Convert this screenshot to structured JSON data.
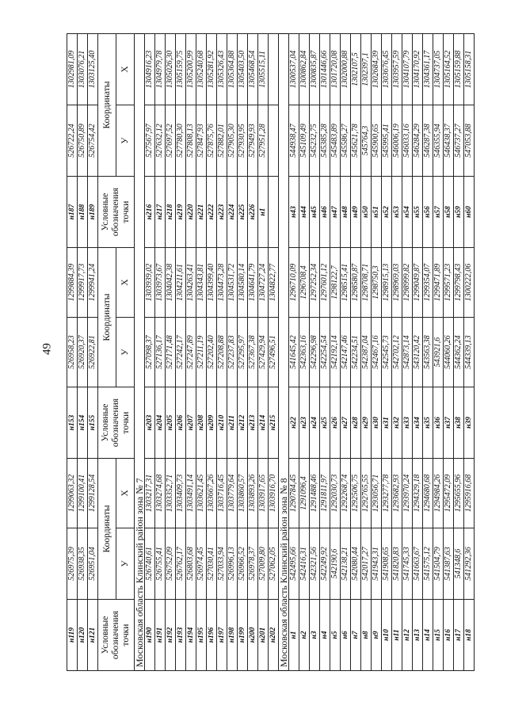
{
  "page_number": "49",
  "header": {
    "point_label": "Условные обозначения точки",
    "coords_label": "Координаты",
    "y_label": "У",
    "x_label": "X"
  },
  "top_rows": [
    [
      "н119",
      "526975,39",
      "1299063,32",
      "н153",
      "526958,23",
      "1299884,39",
      "н187",
      "526722,24",
      "1302981,09"
    ],
    [
      "н120",
      "526938,35",
      "1299100,41",
      "н154",
      "526920,37",
      "1299917,73",
      "н188",
      "526750,89",
      "1303076,21"
    ],
    [
      "н121",
      "526951,04",
      "1299128,54",
      "н155",
      "526922,81",
      "1299941,24",
      "н189",
      "526754,42",
      "1303125,40"
    ]
  ],
  "zones": [
    {
      "title": "Московская область Клинский район зона № 7",
      "rows": [
        [
          "н190",
          "526740,61",
          "1303217,31",
          "н203",
          "527098,37",
          "1303939,02",
          "н216",
          "527567,97",
          "1304916,23"
        ],
        [
          "н191",
          "526755,41",
          "1303274,68",
          "н204",
          "527136,17",
          "1303973,67",
          "н217",
          "527632,12",
          "1304979,78"
        ],
        [
          "н192",
          "526752,09",
          "1303352,71",
          "н205",
          "527171,48",
          "1304042,38",
          "н218",
          "527697,52",
          "1305026,30"
        ],
        [
          "н193",
          "526762,17",
          "1303409,73",
          "н206",
          "527242,17",
          "1304211,61",
          "н219",
          "527780,30",
          "1305159,75"
        ],
        [
          "н194",
          "526803,68",
          "1303491,14",
          "н207",
          "527247,89",
          "1304263,41",
          "н220",
          "527808,13",
          "1305200,99"
        ],
        [
          "н195",
          "526974,45",
          "1303621,45",
          "н208",
          "527211,19",
          "1304343,81",
          "н221",
          "527847,93",
          "1305240,68"
        ],
        [
          "н196",
          "527030,41",
          "1303667,26",
          "н209",
          "527202,40",
          "1304399,40",
          "н222",
          "527875,76",
          "1305281,92"
        ],
        [
          "н197",
          "527033,94",
          "1303716,45",
          "н210",
          "527208,88",
          "1304473,28",
          "н223",
          "527882,01",
          "1305326,43"
        ],
        [
          "н198",
          "526996,13",
          "1303779,64",
          "н211",
          "527237,83",
          "1304531,72",
          "н224",
          "527905,30",
          "1305364,88"
        ],
        [
          "н199",
          "526966,52",
          "1303860,57",
          "н212",
          "527295,97",
          "1304580,14",
          "н225",
          "527930,95",
          "1305403,50"
        ],
        [
          "н200",
          "526978,37",
          "1303893,26",
          "н213",
          "527367,38",
          "1304641,79",
          "н226",
          "527949,93",
          "1305468,54"
        ],
        [
          "н201",
          "527009,80",
          "1303917,65",
          "н214",
          "527429,94",
          "1304727,24",
          "н1",
          "527951,28",
          "1305515,11"
        ],
        [
          "н202",
          "527062,05",
          "1303916,70",
          "н215",
          "527496,51",
          "1304822,77",
          "",
          "",
          ""
        ]
      ]
    },
    {
      "title": "Московская область Клинский район зона № 8",
      "rows": [
        [
          "н1",
          "542495,66",
          "1290784,45",
          "н22",
          "541645,42",
          "1296710,09",
          "н43",
          "544938,47",
          "1300537,04"
        ],
        [
          "н2",
          "542416,31",
          "1291096,4",
          "н23",
          "542363,16",
          "1296708,4",
          "н44",
          "545109,49",
          "1300862,84"
        ],
        [
          "н3",
          "542321,56",
          "1291488,46",
          "н24",
          "542296,98",
          "1297252,34",
          "н45",
          "545232,75",
          "1300835,87"
        ],
        [
          "н4",
          "542249,92",
          "1291811,97",
          "н25",
          "542254,54",
          "1297601,12",
          "н46",
          "545385,28",
          "1301446,66"
        ],
        [
          "н5",
          "542190,6",
          "1292030,73",
          "н26",
          "542192,14",
          "1298122,7",
          "н47",
          "545483,89",
          "1301720,08"
        ],
        [
          "н6",
          "542138,21",
          "1292268,74",
          "н27",
          "542147,46",
          "1298515,41",
          "н48",
          "545586,27",
          "1302000,88"
        ],
        [
          "н7",
          "542080,44",
          "1292506,75",
          "н28",
          "542234,51",
          "1298580,87",
          "н49",
          "545621,78",
          "1302107,5"
        ],
        [
          "н8",
          "542017,27",
          "1292765,55",
          "н29",
          "542387,04",
          "1298708,71",
          "н50",
          "545764,3",
          "1302397,1"
        ],
        [
          "н9",
          "541943,31",
          "1293056,71",
          "н30",
          "542467,16",
          "1298750,3",
          "н51",
          "545900,65",
          "1302684,39"
        ],
        [
          "н10",
          "541908,65",
          "1293277,78",
          "н31",
          "542545,73",
          "1298915,13",
          "н52",
          "545995,41",
          "1303676,45"
        ],
        [
          "н11",
          "541820,83",
          "1293682,93",
          "н32",
          "542702,12",
          "1298969,03",
          "н53",
          "546006,19",
          "1303957,59"
        ],
        [
          "н12",
          "541745,33",
          "1293970,24",
          "н33",
          "542873,14",
          "1298999,82",
          "н54",
          "546033,16",
          "1304107,79"
        ],
        [
          "н13",
          "541663,67",
          "1294329,18",
          "н34",
          "543120,42",
          "1299049,87",
          "н55",
          "546284,29",
          "1304170,92"
        ],
        [
          "н14",
          "541575,12",
          "1294680,68",
          "н35",
          "543563,38",
          "1299354,07",
          "н56",
          "546287,38",
          "1304361,17"
        ],
        [
          "н15",
          "541504,79",
          "1294984,26",
          "н36",
          "543921,6",
          "1299471,89",
          "н57",
          "546355,94",
          "1304737,05"
        ],
        [
          "н16",
          "541387,63",
          "1295472,09",
          "н37",
          "544060,26",
          "1299571,23",
          "н58",
          "546438,37",
          "1305164,52"
        ],
        [
          "н17",
          "541348,6",
          "1295655,96",
          "н38",
          "544362,24",
          "1299798,43",
          "н59",
          "546737,27",
          "1305159,88"
        ],
        [
          "н18",
          "541292,36",
          "1295916,68",
          "н39",
          "544339,13",
          "1300222,06",
          "н60",
          "547053,88",
          "1305158,31"
        ]
      ]
    }
  ]
}
